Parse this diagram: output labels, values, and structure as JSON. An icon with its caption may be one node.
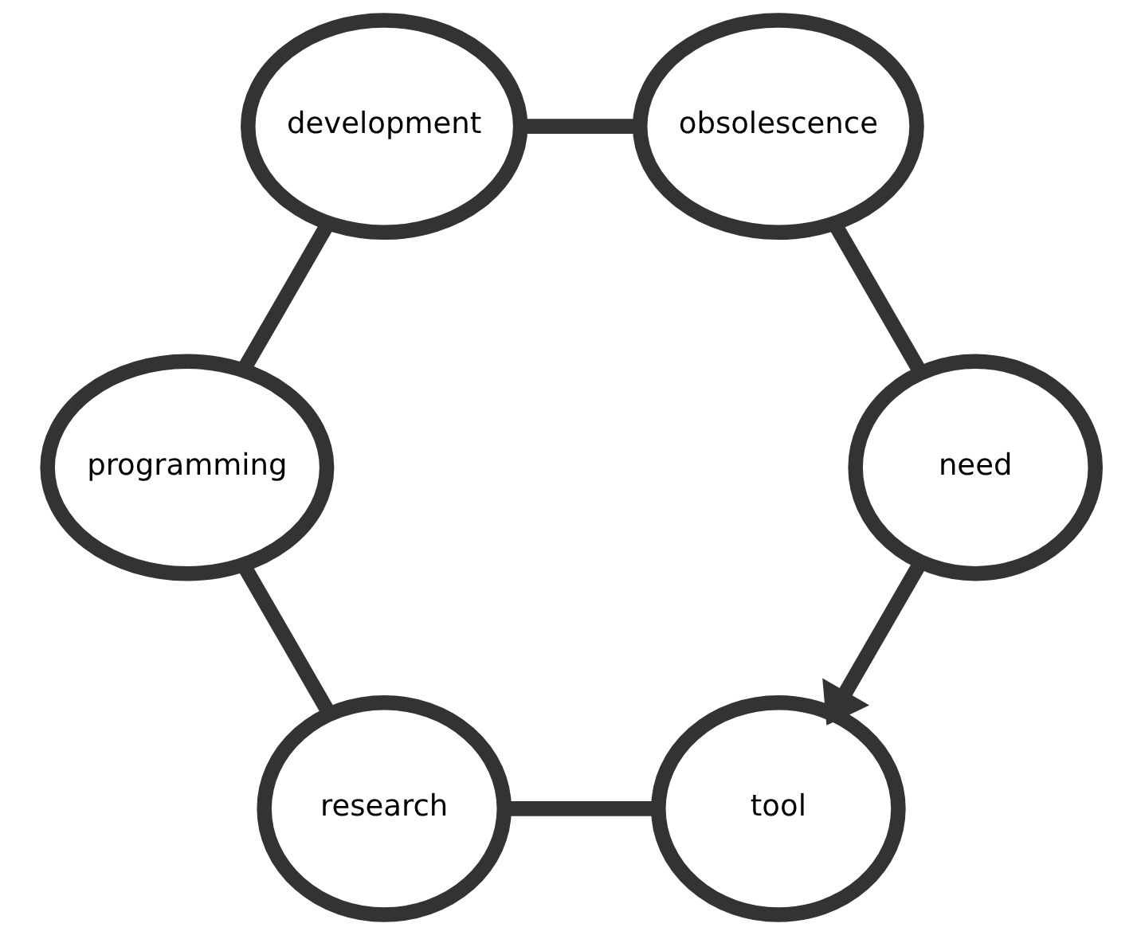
{
  "diagram": {
    "nodes": [
      {
        "text": [
          "tool"
        ]
      },
      {
        "text": [
          "research"
        ]
      },
      {
        "text": [
          "programming"
        ]
      },
      {
        "text": [
          "development"
        ]
      },
      {
        "text": [
          "obsolescence"
        ]
      },
      {
        "text": [
          "need"
        ]
      }
    ],
    "edges": [
      {
        "from": 5,
        "to": 0,
        "arrow": "to"
      },
      {
        "from": 0,
        "to": 1,
        "arrow": "none"
      },
      {
        "from": 1,
        "to": 2,
        "arrow": "none"
      },
      {
        "from": 2,
        "to": 3,
        "arrow": "none"
      },
      {
        "from": 3,
        "to": 4,
        "arrow": "none"
      },
      {
        "from": 4,
        "to": 5,
        "arrow": "none"
      }
    ]
  }
}
